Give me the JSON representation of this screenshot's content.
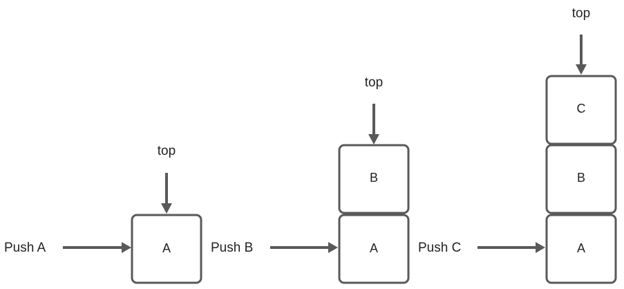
{
  "colors": {
    "stroke": "#595959",
    "text": "#222222",
    "background": "#ffffff"
  },
  "stages": [
    {
      "push_label": "Push A",
      "top_label": "top",
      "stack": [
        "A"
      ]
    },
    {
      "push_label": "Push B",
      "top_label": "top",
      "stack": [
        "A",
        "B"
      ]
    },
    {
      "push_label": "Push C",
      "top_label": "top",
      "stack": [
        "A",
        "B",
        "C"
      ]
    }
  ]
}
